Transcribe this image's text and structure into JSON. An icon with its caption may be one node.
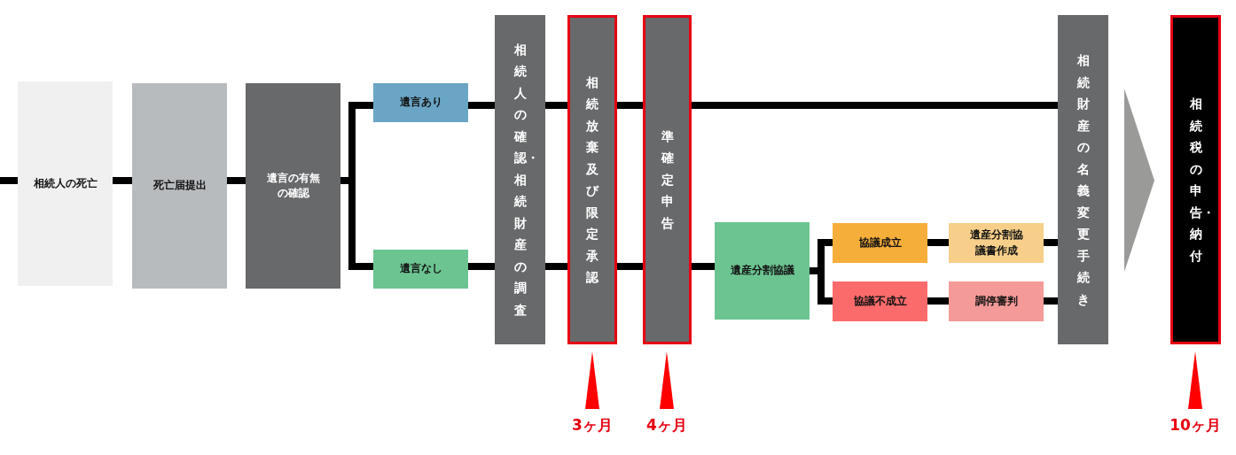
{
  "diagram": {
    "nodes": [
      {
        "text": [
          "相続人の死亡"
        ]
      },
      {
        "text": [
          "死亡届提出"
        ]
      },
      {
        "text": [
          "遺言の有無の確認"
        ]
      },
      {
        "text": [
          "遺言あり"
        ]
      },
      {
        "text": [
          "遺言なし"
        ]
      },
      {
        "text": [
          "相続人の確認・相続財産の調査"
        ]
      },
      {
        "text": [
          "相続放棄及び限定承認"
        ]
      },
      {
        "text": [
          "準確定申告"
        ]
      },
      {
        "text": [
          "遺産分割協議"
        ]
      },
      {
        "text": [
          "協議成立"
        ]
      },
      {
        "text": [
          "遺産分割協議書作成"
        ]
      },
      {
        "text": [
          "協議不成立"
        ]
      },
      {
        "text": [
          "調停審判"
        ]
      },
      {
        "text": [
          "相続財産の名義変更手続き"
        ]
      },
      {
        "text": [
          "相続税の申告・納付"
        ]
      }
    ],
    "labels": [
      "3ヶ月",
      "4ヶ月",
      "10ヶ月"
    ],
    "edges": [
      {
        "from": null,
        "to": 0,
        "arrow": "none"
      },
      {
        "from": 0,
        "to": 1,
        "arrow": "none"
      },
      {
        "from": 1,
        "to": 2,
        "arrow": "none"
      },
      {
        "from": 2,
        "to": 3,
        "arrow": "none"
      },
      {
        "from": 2,
        "to": 4,
        "arrow": "none"
      },
      {
        "from": 3,
        "to": 5,
        "arrow": "none"
      },
      {
        "from": 4,
        "to": 5,
        "arrow": "none"
      },
      {
        "from": 5,
        "to": 6,
        "arrow": "none"
      },
      {
        "from": 5,
        "to": 6,
        "arrow": "none"
      },
      {
        "from": 6,
        "to": 7,
        "arrow": "none"
      },
      {
        "from": 6,
        "to": 7,
        "arrow": "none"
      },
      {
        "from": 7,
        "to": 13,
        "arrow": "none"
      },
      {
        "from": 7,
        "to": 8,
        "arrow": "none"
      },
      {
        "from": 8,
        "to": 9,
        "arrow": "none"
      },
      {
        "from": 8,
        "to": 11,
        "arrow": "none"
      },
      {
        "from": 9,
        "to": 10,
        "arrow": "none"
      },
      {
        "from": 10,
        "to": 13,
        "arrow": "none"
      },
      {
        "from": 11,
        "to": 12,
        "arrow": "none"
      },
      {
        "from": 12,
        "to": 13,
        "arrow": "none"
      },
      {
        "from": 13,
        "to": 14,
        "arrow": "to",
        "color": "#9a9a98"
      }
    ]
  }
}
